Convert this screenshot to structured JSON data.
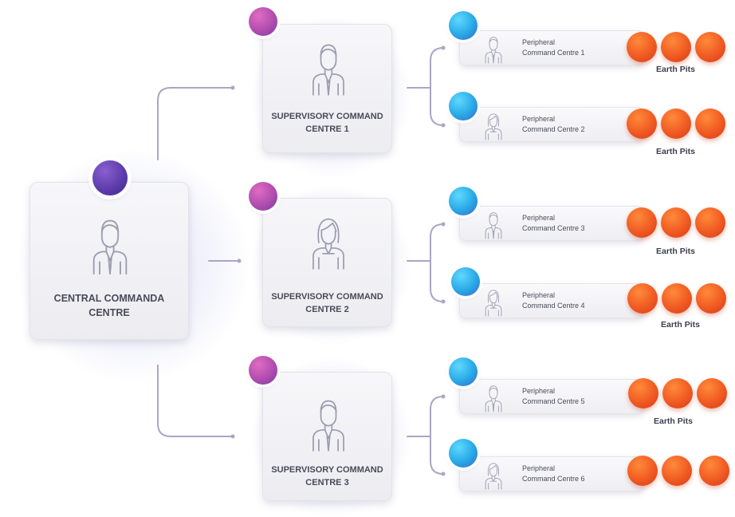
{
  "central": {
    "label_line1": "CENTRAL COMMANDA",
    "label_line2": "CENTRE"
  },
  "supervisory": [
    {
      "line1": "SUPERVISORY COMMAND",
      "line2": "CENTRE 1"
    },
    {
      "line1": "SUPERVISORY COMMAND",
      "line2": "CENTRE 2"
    },
    {
      "line1": "SUPERVISORY COMMAND",
      "line2": "CENTRE 3"
    }
  ],
  "peripheral": [
    {
      "line1": "Peripheral",
      "line2": "Command Centre 1",
      "icon": "male-person-icon"
    },
    {
      "line1": "Peripheral",
      "line2": "Command Centre 2",
      "icon": "female-person-icon"
    },
    {
      "line1": "Peripheral",
      "line2": "Command Centre 3",
      "icon": "male-person-icon"
    },
    {
      "line1": "Peripheral",
      "line2": "Command Centre 4",
      "icon": "female-person-icon"
    },
    {
      "line1": "Peripheral",
      "line2": "Command Centre 5",
      "icon": "male-person-icon"
    },
    {
      "line1": "Peripheral",
      "line2": "Command Centre 6",
      "icon": "female-person-icon"
    }
  ],
  "earth_pits_label": "Earth Pits",
  "colors": {
    "connector": "#a9a6c6",
    "earth_pit": "#f05a22",
    "central_dot": "#5a3aa8",
    "supervisory_dot": "#b04db0",
    "peripheral_dot": "#28a8e6",
    "label_text": "#4a4a5a"
  }
}
